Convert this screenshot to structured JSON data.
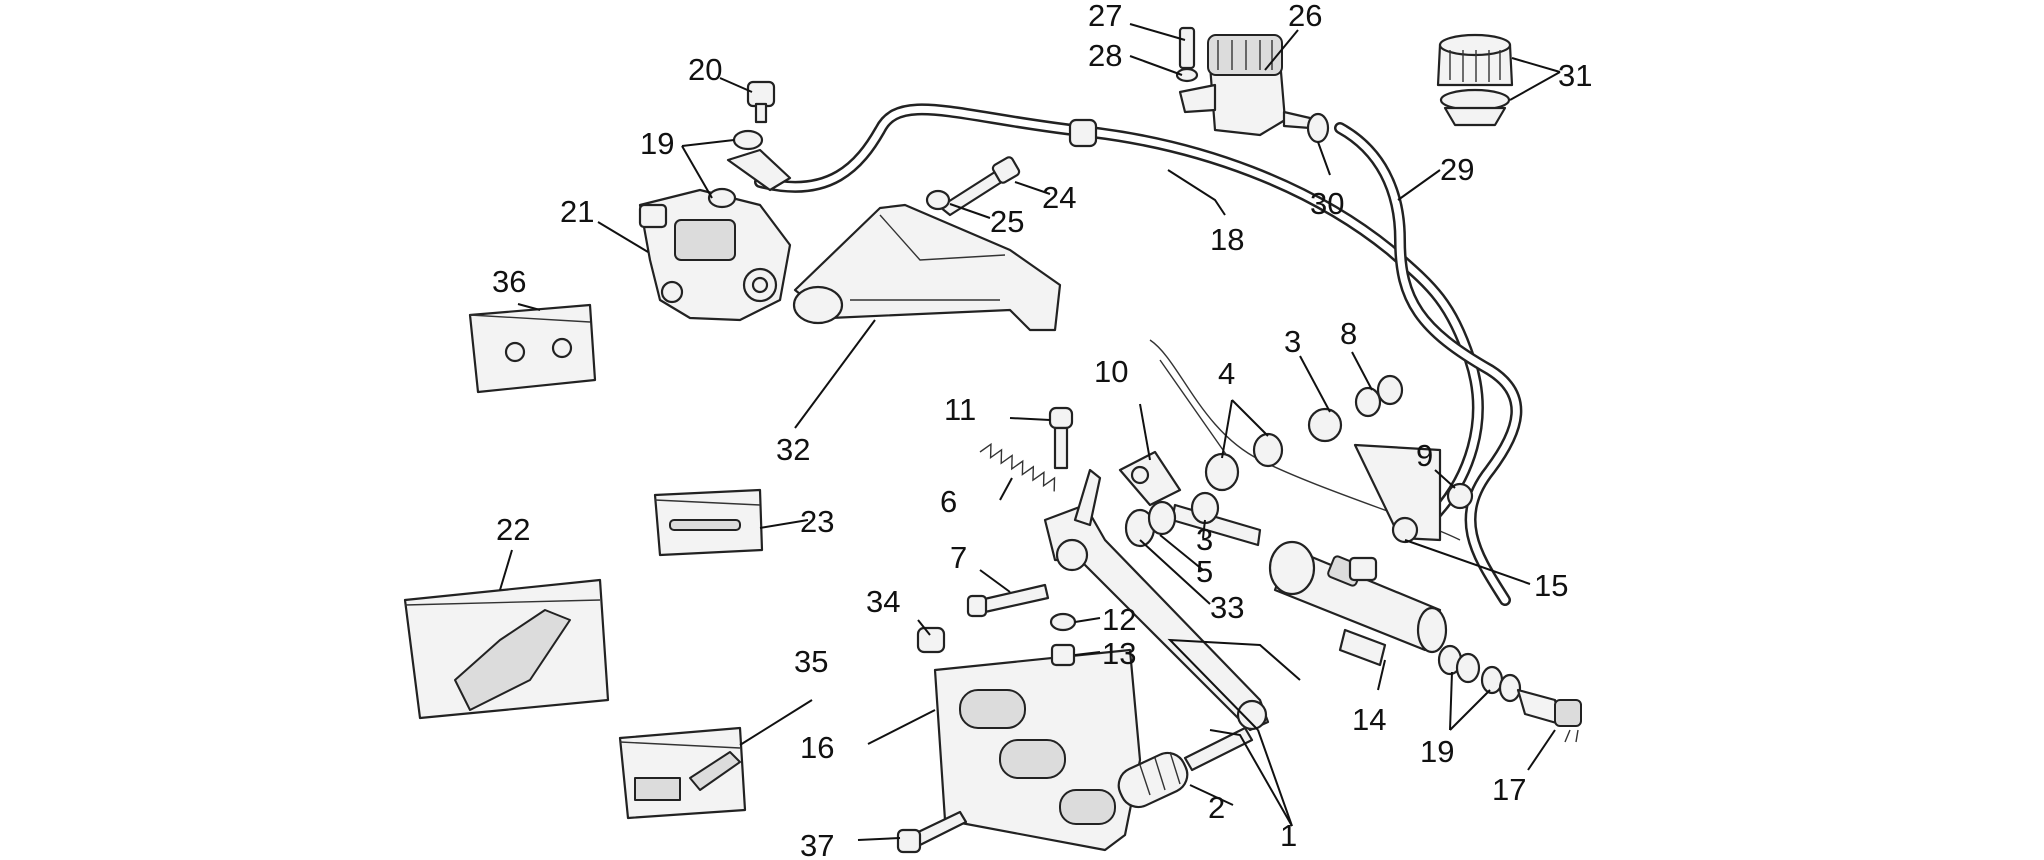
{
  "callouts": [
    {
      "id": "c1",
      "text": "1"
    },
    {
      "id": "c2",
      "text": "2"
    },
    {
      "id": "c3a",
      "text": "3"
    },
    {
      "id": "c3b",
      "text": "3"
    },
    {
      "id": "c4",
      "text": "4"
    },
    {
      "id": "c5",
      "text": "5"
    },
    {
      "id": "c6",
      "text": "6"
    },
    {
      "id": "c7",
      "text": "7"
    },
    {
      "id": "c8",
      "text": "8"
    },
    {
      "id": "c9",
      "text": "9"
    },
    {
      "id": "c10",
      "text": "10"
    },
    {
      "id": "c11",
      "text": "11"
    },
    {
      "id": "c12",
      "text": "12"
    },
    {
      "id": "c13",
      "text": "13"
    },
    {
      "id": "c14",
      "text": "14"
    },
    {
      "id": "c15",
      "text": "15"
    },
    {
      "id": "c16",
      "text": "16"
    },
    {
      "id": "c17",
      "text": "17"
    },
    {
      "id": "c18",
      "text": "18"
    },
    {
      "id": "c19a",
      "text": "19"
    },
    {
      "id": "c19b",
      "text": "19"
    },
    {
      "id": "c20",
      "text": "20"
    },
    {
      "id": "c21",
      "text": "21"
    },
    {
      "id": "c22",
      "text": "22"
    },
    {
      "id": "c23",
      "text": "23"
    },
    {
      "id": "c24",
      "text": "24"
    },
    {
      "id": "c25",
      "text": "25"
    },
    {
      "id": "c26",
      "text": "26"
    },
    {
      "id": "c27",
      "text": "27"
    },
    {
      "id": "c28",
      "text": "28"
    },
    {
      "id": "c29",
      "text": "29"
    },
    {
      "id": "c30",
      "text": "30"
    },
    {
      "id": "c31",
      "text": "31"
    },
    {
      "id": "c32",
      "text": "32"
    },
    {
      "id": "c33",
      "text": "33"
    },
    {
      "id": "c34",
      "text": "34"
    },
    {
      "id": "c35",
      "text": "35"
    },
    {
      "id": "c36",
      "text": "36"
    },
    {
      "id": "c37",
      "text": "37"
    }
  ]
}
